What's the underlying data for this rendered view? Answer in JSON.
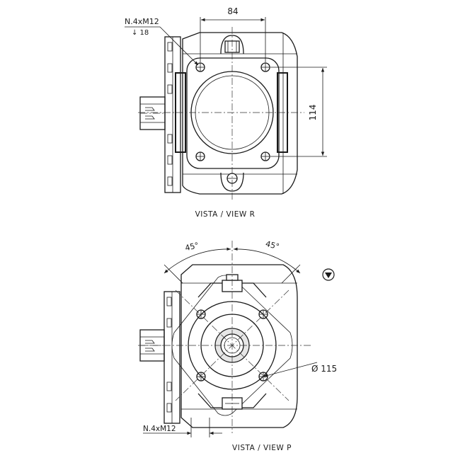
{
  "view_r": {
    "hole_spec": "N.4xM12",
    "depth_spec": "↓ 18",
    "dim_width": "84",
    "dim_height": "114",
    "caption": "VISTA / VIEW R"
  },
  "view_p": {
    "angle_left": "45°",
    "angle_right": "45°",
    "diameter": "Ø 115",
    "hole_spec": "N.4xM12",
    "caption": "VISTA / VIEW P"
  }
}
